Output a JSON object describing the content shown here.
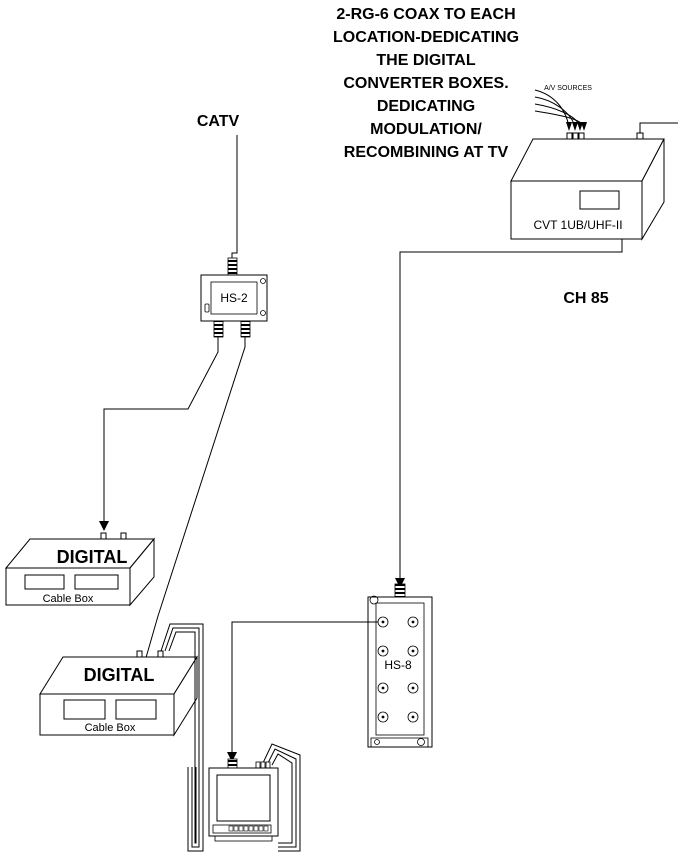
{
  "labels": {
    "notes": [
      "2-RG-6 COAX TO EACH",
      "LOCATION-DEDICATING",
      "THE DIGITAL",
      "CONVERTER BOXES.",
      "DEDICATING",
      "MODULATION/",
      "RECOMBINING AT TV"
    ],
    "catv": "CATV",
    "av_sources": "A/V SOURCES",
    "converter": "CVT 1UB/UHF-II",
    "channel": "CH 85",
    "splitter_2": "HS-2",
    "splitter_8": "HS-8",
    "box1_title": "DIGITAL",
    "box1_caption": "Cable Box",
    "box2_title": "DIGITAL",
    "box2_caption": "Cable Box"
  }
}
